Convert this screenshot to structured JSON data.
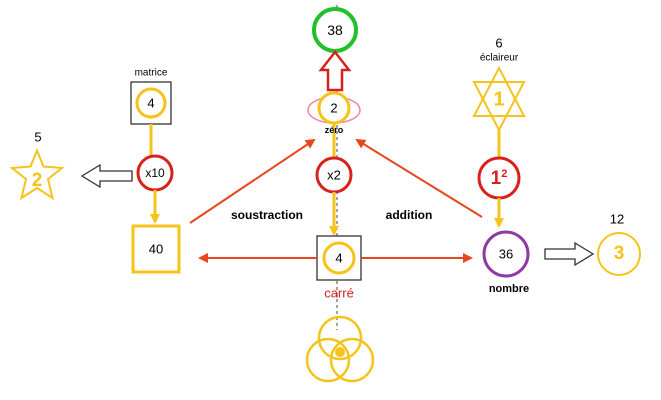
{
  "nodes": {
    "top": {
      "value": "38"
    },
    "zero": {
      "value": "2",
      "label": "zéro"
    },
    "center": {
      "value": "4",
      "label": "carré"
    },
    "left_box": {
      "value": "40"
    },
    "matrix": {
      "value": "4",
      "label": "matrice"
    },
    "x10": {
      "value": "x10"
    },
    "star_left": {
      "value": "2",
      "top_number": "5"
    },
    "x2": {
      "value": "x2"
    },
    "scout": {
      "value": "1",
      "label": "éclaireur",
      "top_number": "6"
    },
    "one_squared": {
      "base": "1",
      "exponent": "2"
    },
    "number": {
      "value": "36",
      "label": "nombre"
    },
    "right_circle": {
      "value": "3",
      "top_number": "12"
    }
  },
  "labels": {
    "subtraction": "soustraction",
    "addition": "addition"
  },
  "colors": {
    "gold": "#f5c31a",
    "red": "#d9211b",
    "arrow_red": "#e8461f",
    "green": "#22c02a",
    "purple": "#8e3aa3",
    "pink": "#ee8aa8"
  }
}
